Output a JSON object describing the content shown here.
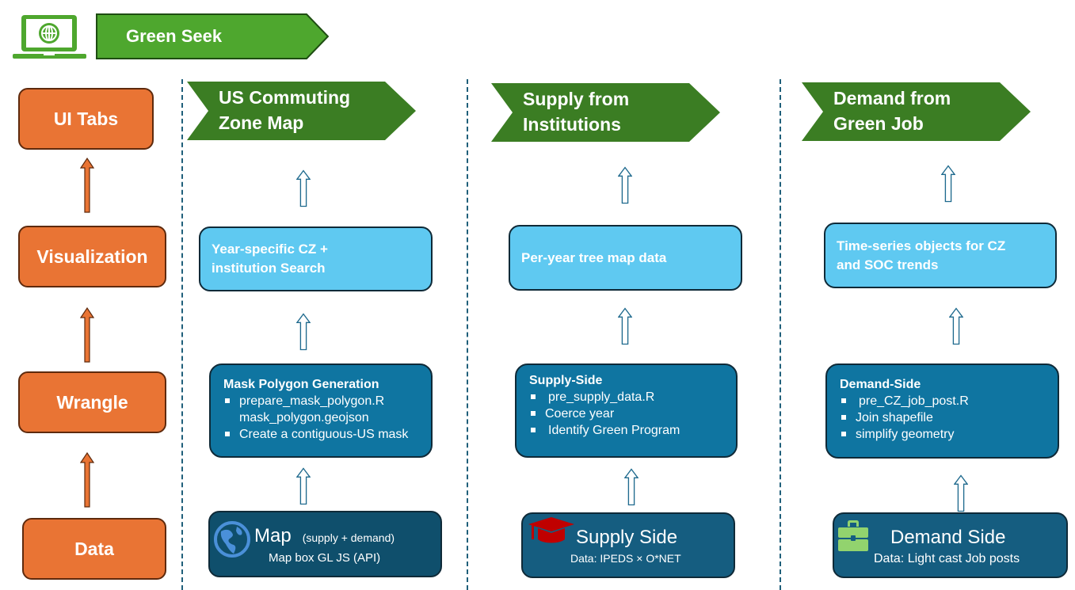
{
  "header": {
    "app_title": "Green Seek",
    "logo_icon": "laptop-globe-icon",
    "colors": {
      "banner": "#4ea72e",
      "banner_border": "#1e4d12"
    }
  },
  "stages": [
    {
      "label": "UI Tabs"
    },
    {
      "label": "Visualization"
    },
    {
      "label": "Wrangle"
    },
    {
      "label": "Data"
    }
  ],
  "columns": [
    {
      "tab": {
        "line1": "US Commuting",
        "line2": "Zone Map"
      },
      "viz": {
        "line1": "Year-specific CZ +",
        "line2": "institution Search"
      },
      "wrangle": {
        "title": "Mask Polygon Generation",
        "items": [
          "prepare_mask_polygon.R",
          "Create a contiguous-US mask"
        ],
        "continuation": "mask_polygon.geojson"
      },
      "data": {
        "icon": "globe-americas-icon",
        "title": "Map",
        "note": "(supply + demand)",
        "subtitle": "Map box GL JS (API)"
      }
    },
    {
      "tab": {
        "line1": "Supply from",
        "line2": "Institutions"
      },
      "viz": {
        "line1": "Per-year tree map data",
        "line2": ""
      },
      "wrangle": {
        "title": "Supply-Side",
        "items": [
          "pre_supply_data.R",
          "Coerce year",
          "Identify Green Program"
        ]
      },
      "data": {
        "icon": "graduation-cap-icon",
        "title": "Supply Side",
        "subtitle": "Data:  IPEDS × O*NET"
      }
    },
    {
      "tab": {
        "line1": "Demand from",
        "line2": "Green Job"
      },
      "viz": {
        "line1": "Time-series objects for CZ",
        "line2": "and SOC trends"
      },
      "wrangle": {
        "title": "Demand-Side",
        "items": [
          "pre_CZ_job_post.R",
          "Join shapefile",
          "simplify geometry"
        ]
      },
      "data": {
        "icon": "briefcase-icon",
        "title": "Demand Side",
        "subtitle": "Data: Light cast Job posts"
      }
    }
  ],
  "colors": {
    "stage": "#e97434",
    "tab_chevron": "#3b7d23",
    "viz_box": "#5fc9f1",
    "wrangle_box": "#0f75a1",
    "data_box": "#155d80",
    "divider": "#1f5f7a"
  }
}
